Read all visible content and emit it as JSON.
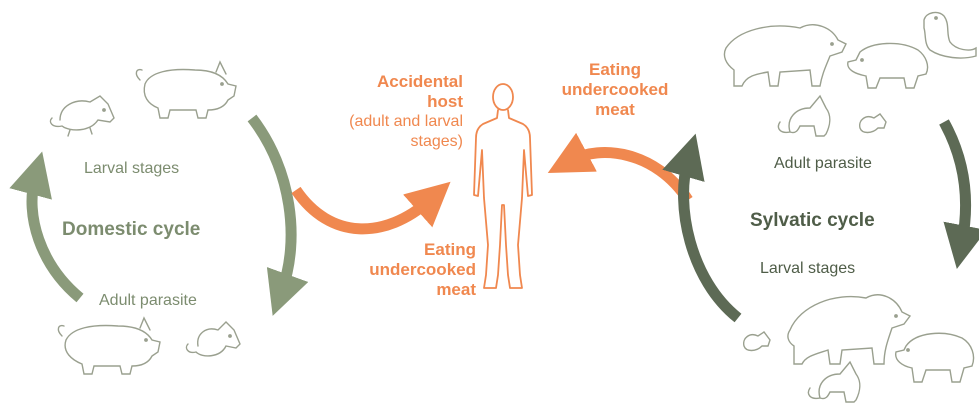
{
  "colors": {
    "domestic_green": "#8a9a7a",
    "sylvatic_green": "#5d6a55",
    "human_orange": "#f0884f",
    "icon_stroke": "#9aa08f"
  },
  "domestic": {
    "title": "Domestic cycle",
    "top_label": "Larval stages",
    "bottom_label": "Adult parasite",
    "top_icons": [
      "rat-icon",
      "pig-icon"
    ],
    "bottom_icons": [
      "pig-icon",
      "rat-icon"
    ]
  },
  "human": {
    "host_title_1": "Accidental",
    "host_title_2": "host",
    "host_sub_1": "(adult and larval",
    "host_sub_2": "stages)",
    "eat_top_1": "Eating",
    "eat_top_2": "undercooked",
    "eat_top_3": "meat",
    "eat_bottom_1": "Eating",
    "eat_bottom_2": "undercooked",
    "eat_bottom_3": "meat",
    "icon": "human-figure-icon"
  },
  "sylvatic": {
    "title": "Sylvatic cycle",
    "top_label": "Adult parasite",
    "bottom_label": "Larval stages",
    "top_icons": [
      "bear-icon",
      "seal-icon",
      "boar-icon",
      "fox-icon",
      "rodent-icon"
    ],
    "bottom_icons": [
      "rodent-icon",
      "bear-icon",
      "boar-icon",
      "fox-icon"
    ]
  }
}
